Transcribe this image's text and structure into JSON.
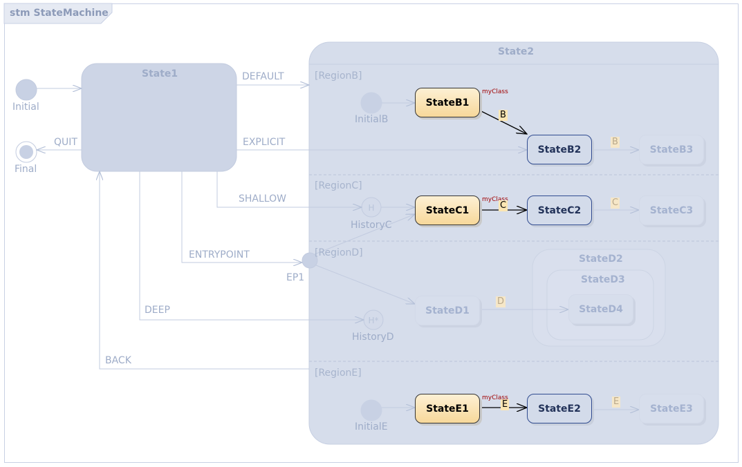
{
  "diagram": {
    "frame_title": "stm StateMachine",
    "colors": {
      "active_fill": "#f7d89a",
      "blue_border": "#2f4a8f",
      "faded_text": "#a4b2cf",
      "region_fill": "#d6ddeb"
    }
  },
  "state1": {
    "name": "State1"
  },
  "state2": {
    "name": "State2"
  },
  "pseudostates": {
    "initial": "Initial",
    "final": "Final",
    "initialB": "InitialB",
    "historyC": "HistoryC",
    "ep1": "EP1",
    "historyD": "HistoryD",
    "initialE": "InitialE",
    "history_glyph": "H",
    "deep_history_glyph": "H*"
  },
  "transitions": {
    "default": "DEFAULT",
    "quit": "QUIT",
    "explicit": "EXPLICIT",
    "shallow": "SHALLOW",
    "entrypoint": "ENTRYPOINT",
    "deep": "DEEP",
    "back": "BACK"
  },
  "regions": {
    "b": "[RegionB]",
    "c": "[RegionC]",
    "d": "[RegionD]",
    "e": "[RegionE]"
  },
  "states": {
    "b1": "StateB1",
    "b2": "StateB2",
    "b3": "StateB3",
    "c1": "StateC1",
    "c2": "StateC2",
    "c3": "StateC3",
    "d1": "StateD1",
    "d2": "StateD2",
    "d3": "StateD3",
    "d4": "StateD4",
    "e1": "StateE1",
    "e2": "StateE2",
    "e3": "StateE3"
  },
  "stereo": {
    "myclass": "myClass"
  },
  "trigger_labels": {
    "b": "B",
    "c": "C",
    "d": "D",
    "e": "E"
  }
}
